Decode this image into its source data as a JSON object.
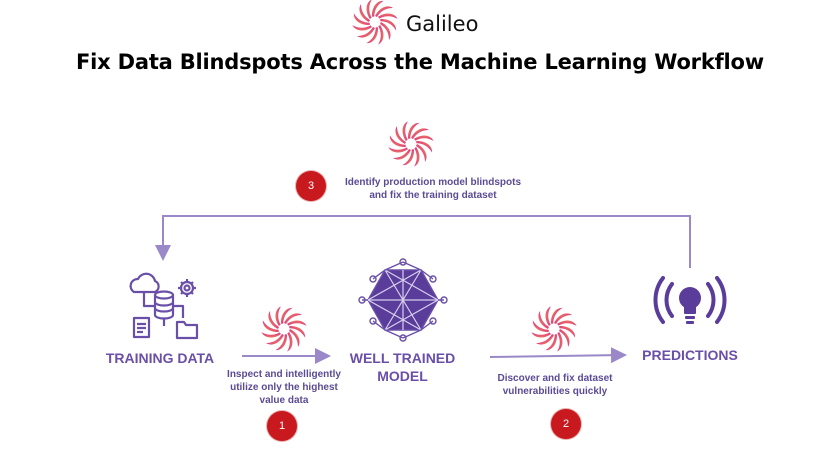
{
  "brand": {
    "name": "Galileo",
    "logo_icon": "galileo-swirl-icon",
    "colors": {
      "logo_gradient": [
        "#f5a04a",
        "#e0457a",
        "#8a2fd0"
      ]
    }
  },
  "title": "Fix Data Blindspots Across the Machine Learning Workflow",
  "nodes": {
    "training_data": {
      "label": "TRAINING DATA",
      "icon": "database-workflow-icon"
    },
    "model": {
      "label_line1": "WELL TRAINED",
      "label_line2": "MODEL",
      "icon": "neural-network-icon"
    },
    "predictions": {
      "label": "PREDICTIONS",
      "icon": "lightbulb-broadcast-icon"
    }
  },
  "steps": [
    {
      "number": "1",
      "text_lines": [
        "Inspect and intelligently",
        "utilize only the highest",
        "value data"
      ]
    },
    {
      "number": "2",
      "text_lines": [
        "Discover and fix dataset",
        "vulnerabilities quickly"
      ]
    },
    {
      "number": "3",
      "text_lines": [
        "Identify production model blindspots",
        "and fix the training dataset"
      ]
    }
  ],
  "colors": {
    "accent": "#6a4fa8",
    "arrow": "#9a88c8",
    "badge": "#c8191e",
    "title": "#000000"
  }
}
